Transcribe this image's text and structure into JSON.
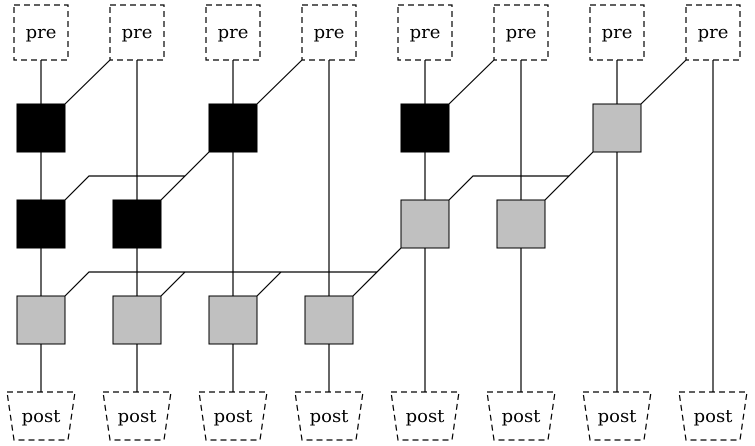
{
  "diagram": {
    "pre_label": "pre",
    "post_label": "post",
    "columns": 8,
    "colors": {
      "background": "#ffffff",
      "line": "#000000",
      "black_node": "#000000",
      "gray_node": "#c0c0c0"
    },
    "nodes": [
      {
        "id": "r1c1",
        "row": 1,
        "col": 1,
        "fill": "black"
      },
      {
        "id": "r1c3",
        "row": 1,
        "col": 3,
        "fill": "black"
      },
      {
        "id": "r1c5",
        "row": 1,
        "col": 5,
        "fill": "black"
      },
      {
        "id": "r1c7",
        "row": 1,
        "col": 7,
        "fill": "gray"
      },
      {
        "id": "r2c1",
        "row": 2,
        "col": 1,
        "fill": "black"
      },
      {
        "id": "r2c2",
        "row": 2,
        "col": 2,
        "fill": "black"
      },
      {
        "id": "r2c5",
        "row": 2,
        "col": 5,
        "fill": "gray"
      },
      {
        "id": "r2c6",
        "row": 2,
        "col": 6,
        "fill": "gray"
      },
      {
        "id": "r3c1",
        "row": 3,
        "col": 1,
        "fill": "gray"
      },
      {
        "id": "r3c2",
        "row": 3,
        "col": 2,
        "fill": "gray"
      },
      {
        "id": "r3c3",
        "row": 3,
        "col": 3,
        "fill": "gray"
      },
      {
        "id": "r3c4",
        "row": 3,
        "col": 4,
        "fill": "gray"
      }
    ]
  }
}
